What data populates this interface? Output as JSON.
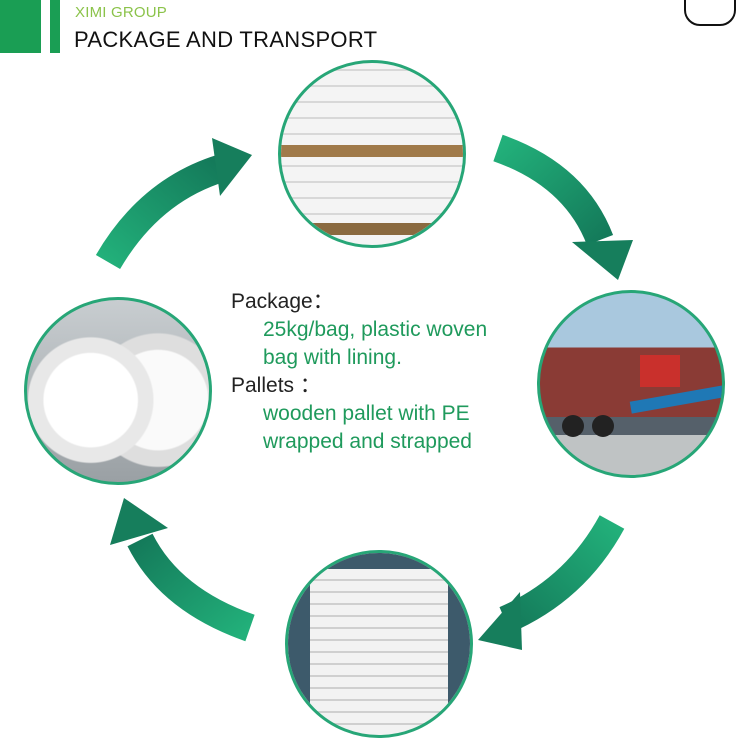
{
  "header": {
    "brand": "XIMI GROUP",
    "title": "PACKAGE AND TRANSPORT"
  },
  "info": {
    "package_label": "Package：",
    "package_line1": "25kg/bag, plastic woven",
    "package_line2": "bag with lining.",
    "pallets_label": "Pallets ：",
    "pallets_line1": "wooden pallet with PE",
    "pallets_line2": "wrapped and strapped"
  },
  "colors": {
    "brand_green": "#1a9e54",
    "brand_light": "#8bc34a",
    "arrow_teal": "#1b9a72",
    "text_green": "#1f9a5c"
  },
  "photos": [
    {
      "name": "pallet-stack-photo"
    },
    {
      "name": "truck-loading-photo"
    },
    {
      "name": "container-bags-photo"
    },
    {
      "name": "jumbo-bags-photo"
    }
  ]
}
